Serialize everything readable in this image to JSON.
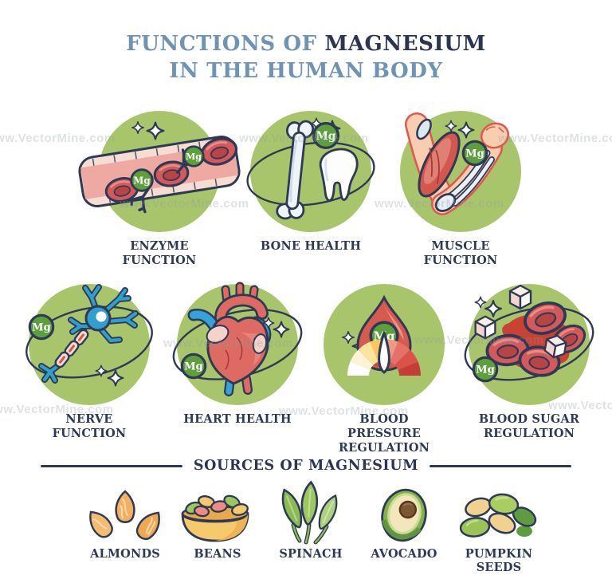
{
  "title": {
    "part1": "FUNCTIONS OF",
    "part2": "MAGNESIUM",
    "line2": "IN THE HUMAN BODY"
  },
  "mg_label": "Mg",
  "watermark": "www.VectorMine.com",
  "functions": [
    {
      "label": "ENZYME FUNCTION"
    },
    {
      "label": "BONE HEALTH"
    },
    {
      "label": "MUSCLE FUNCTION"
    },
    {
      "label": "NERVE FUNCTION"
    },
    {
      "label": "HEART HEALTH"
    },
    {
      "label": "BLOOD PRESSURE REGULATION"
    },
    {
      "label": "BLOOD SUGAR REGULATION"
    }
  ],
  "sources": {
    "heading": "SOURCES OF MAGNESIUM",
    "items": [
      {
        "label": "ALMONDS"
      },
      {
        "label": "BEANS"
      },
      {
        "label": "SPINACH"
      },
      {
        "label": "AVOCADO"
      },
      {
        "label": "PUMPKIN SEEDS"
      }
    ]
  },
  "colors": {
    "circle_green": "#a9c56c",
    "badge_green": "#5d9e3d",
    "outline_navy": "#2e3a55",
    "title_blue": "#6e93b3",
    "title_navy": "#2b3450",
    "blood_red": "#d4595b"
  }
}
